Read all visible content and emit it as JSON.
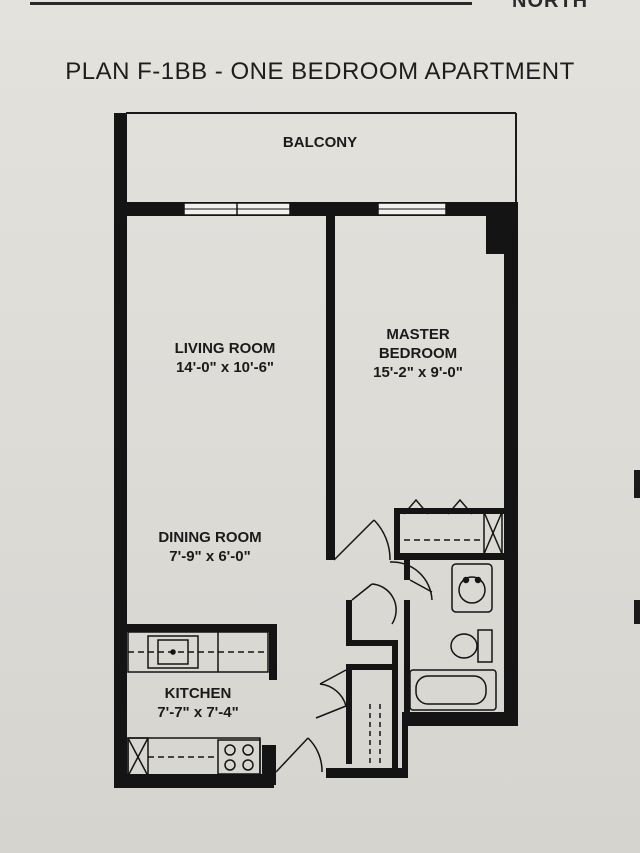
{
  "header": {
    "top_left_text": "",
    "top_right_text": "NORTH",
    "plan_title": "PLAN F-1BB - ONE BEDROOM APARTMENT"
  },
  "rooms": {
    "balcony": {
      "name": "BALCONY"
    },
    "living_room": {
      "name": "LIVING ROOM",
      "size": "14'-0\" x 10'-6\""
    },
    "master_bedroom": {
      "name_line1": "MASTER",
      "name_line2": "BEDROOM",
      "size": "15'-2\" x 9'-0\""
    },
    "dining_room": {
      "name": "DINING ROOM",
      "size": "7'-9\" x 6'-0\""
    },
    "kitchen": {
      "name": "KITCHEN",
      "size": "7'-7\" x 7'-4\""
    }
  },
  "colors": {
    "wall": "#141414",
    "paper": "#e0ded9",
    "fixture": "#2a2a2a"
  }
}
